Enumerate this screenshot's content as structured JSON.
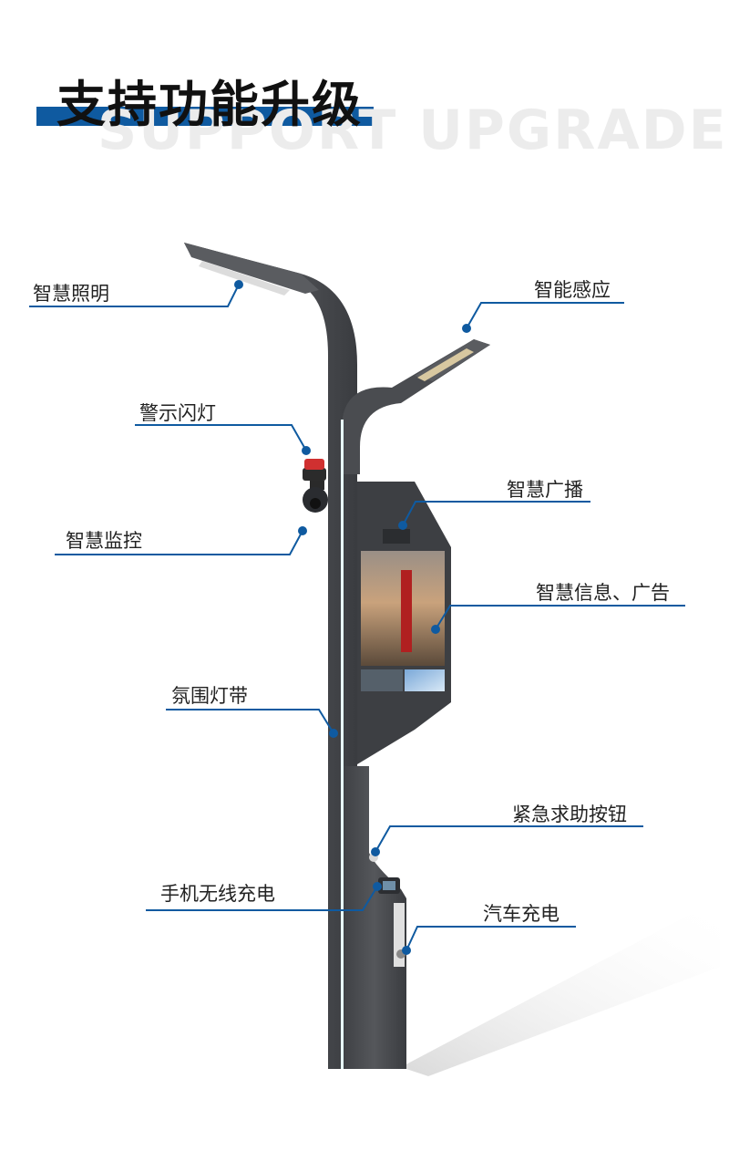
{
  "header": {
    "title": "支持功能升级",
    "subtitle": "SUPPORT UPGRADE"
  },
  "features": {
    "lighting": "智慧照明",
    "sensing": "智能感应",
    "warning_light": "警示闪灯",
    "monitoring": "智慧监控",
    "broadcast": "智慧广播",
    "info_ads": "智慧信息、广告",
    "ambient_strip": "氛围灯带",
    "emergency_button": "紧急求助按钮",
    "wireless_charging": "手机无线充电",
    "ev_charging": "汽车充电"
  },
  "colors": {
    "accent": "#0f5aa0",
    "pole": "#4a4c50",
    "strip": "#e8ffff"
  }
}
